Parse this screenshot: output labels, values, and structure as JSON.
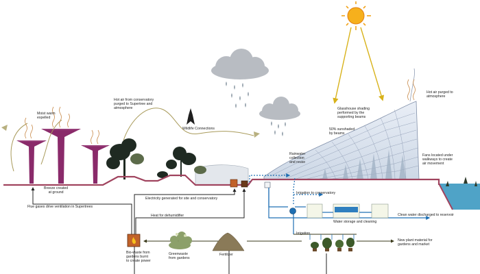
{
  "labels": {
    "moist_warm": "Moist warm\nexpelled",
    "hot_air_conservatory": "Hot air from conservatory\npurged to Supertree and\natmosphere",
    "wildlife": "Wildlife Connections",
    "glasshouse_shading": "Glasshouse shading\nperformed by the\nsupporting beams",
    "hot_air_purged": "Hot air purged to\natmosphere",
    "sunshaded": "50% sunshaded\nby beams",
    "rainwater": "Rainwater\ncollection\nand reuse",
    "fans": "Fans located under\nwalkways to create\nair movement",
    "breeze": "Breeze created\nat ground",
    "irrigation_conservatory": "Irrigation to conservatory",
    "flue_gases": "Flue gases drive ventilation in Supertrees",
    "electricity": "Electricity generated for site and conservatory",
    "heat_dehumidifier": "Heat for dehumidifier",
    "water_storage": "Water storage and cleaning",
    "clean_water": "Clean water discharged to reservoir",
    "irrigation": "Irrigation",
    "new_plant": "New plant material for\ngardens and market",
    "biowaste": "Bio-waste from\ngardens burnt\nto create power",
    "greenwaste": "Greenwaste\nfrom gardens",
    "fertilizer": "Fertilizer"
  },
  "colors": {
    "ground": "#a0435e",
    "supertree": "#8a2a6a",
    "air_arrow": "#a89a5a",
    "water": "#1e6fb3",
    "energy": "#222222",
    "plant_flow": "#3a3a1a",
    "sun": "#f2a31b",
    "sun_beam": "#d8b21a",
    "cloud": "#b8bcc2",
    "rain": "#9aa6b0",
    "dome_line": "#7f8ea8",
    "reservoir": "#4fa3c7"
  }
}
